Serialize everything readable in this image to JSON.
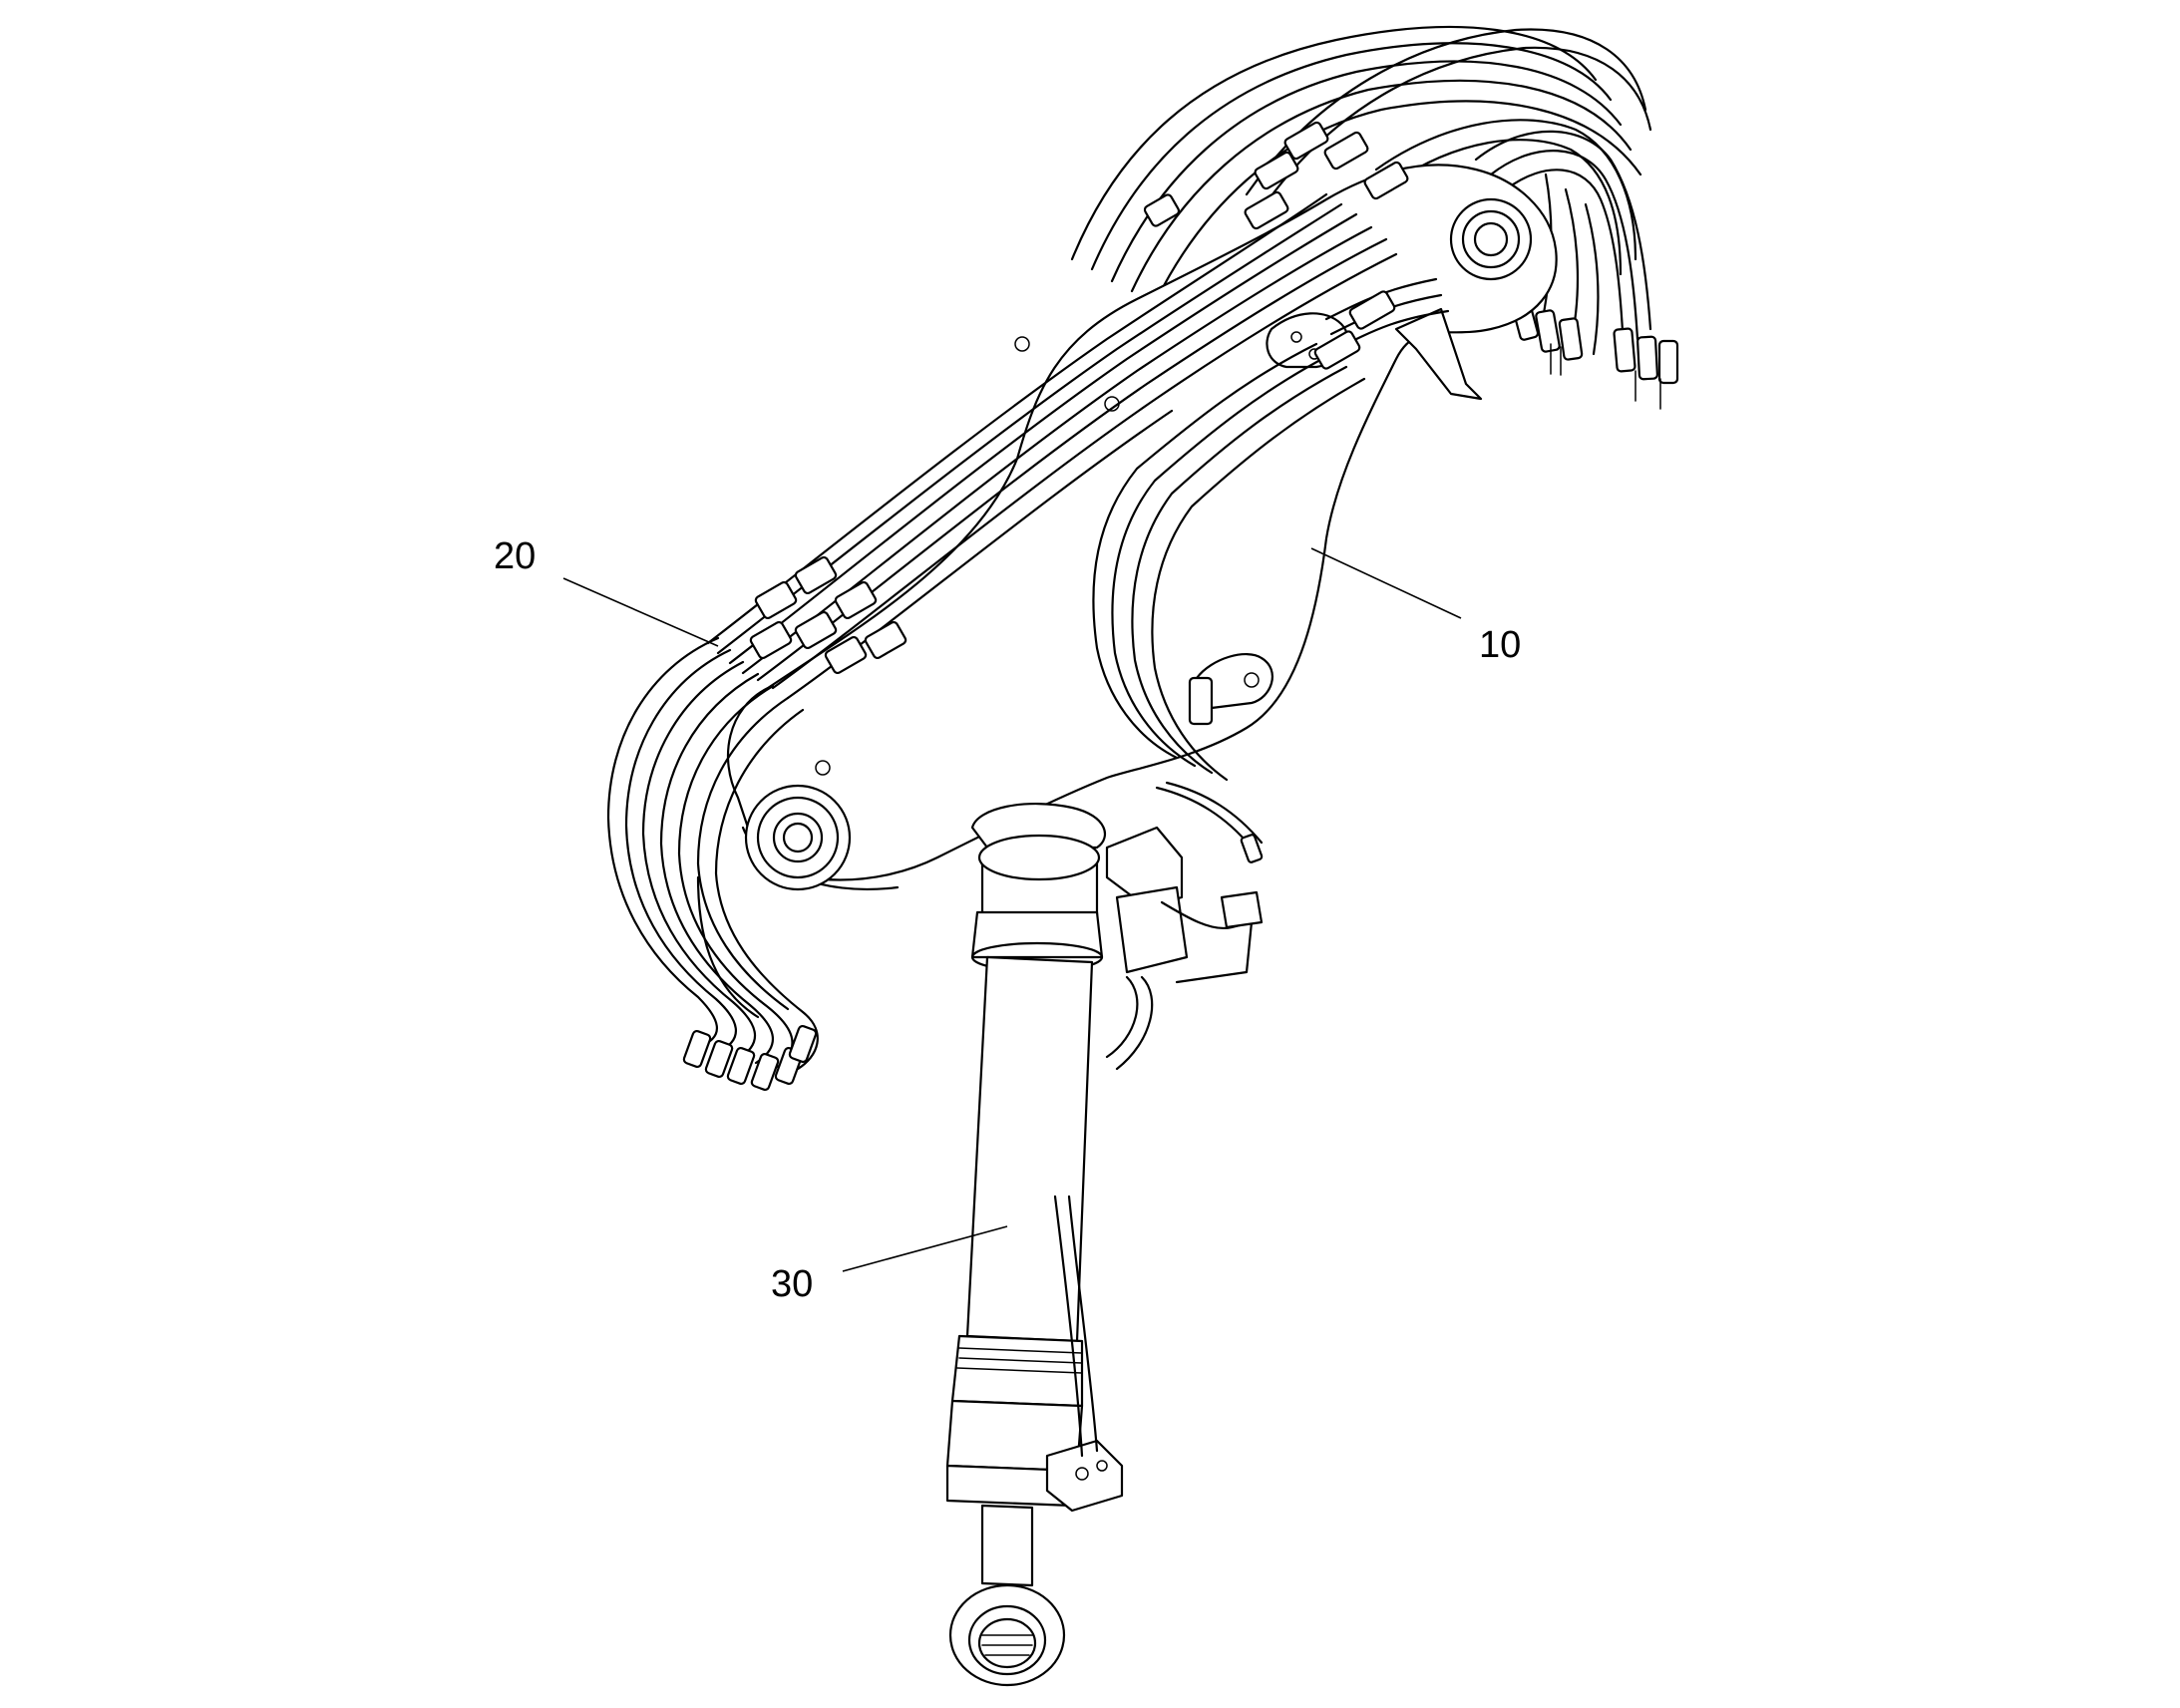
{
  "callouts": [
    {
      "id": "10",
      "label": "10"
    },
    {
      "id": "20",
      "label": "20"
    },
    {
      "id": "30",
      "label": "30"
    }
  ],
  "colors": {
    "stroke": "#000000",
    "background": "#ffffff"
  }
}
